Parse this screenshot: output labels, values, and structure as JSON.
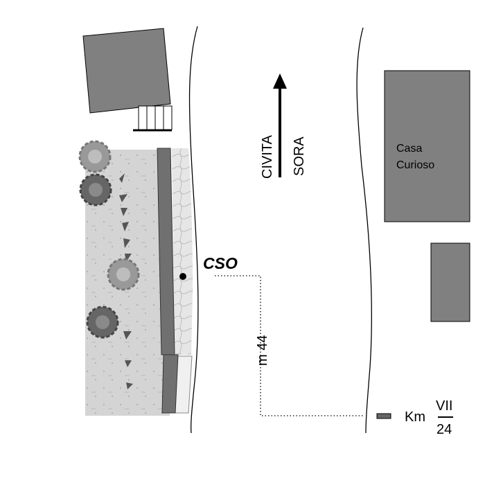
{
  "map": {
    "station_label": "CSO",
    "house_label": {
      "line1": "Casa",
      "line2": "Curioso"
    },
    "direction": {
      "left": "CIVITA",
      "right": "SORA"
    },
    "distance_label": "m 44",
    "km_marker": {
      "prefix": "Km",
      "numerator": "VII",
      "denominator": "24"
    }
  },
  "colors": {
    "building": "#808080",
    "garden": "#d4d4d4",
    "curb": "#707070",
    "tree_light": "#999999",
    "tree_dark": "#666666",
    "road_edge": "#000000"
  }
}
